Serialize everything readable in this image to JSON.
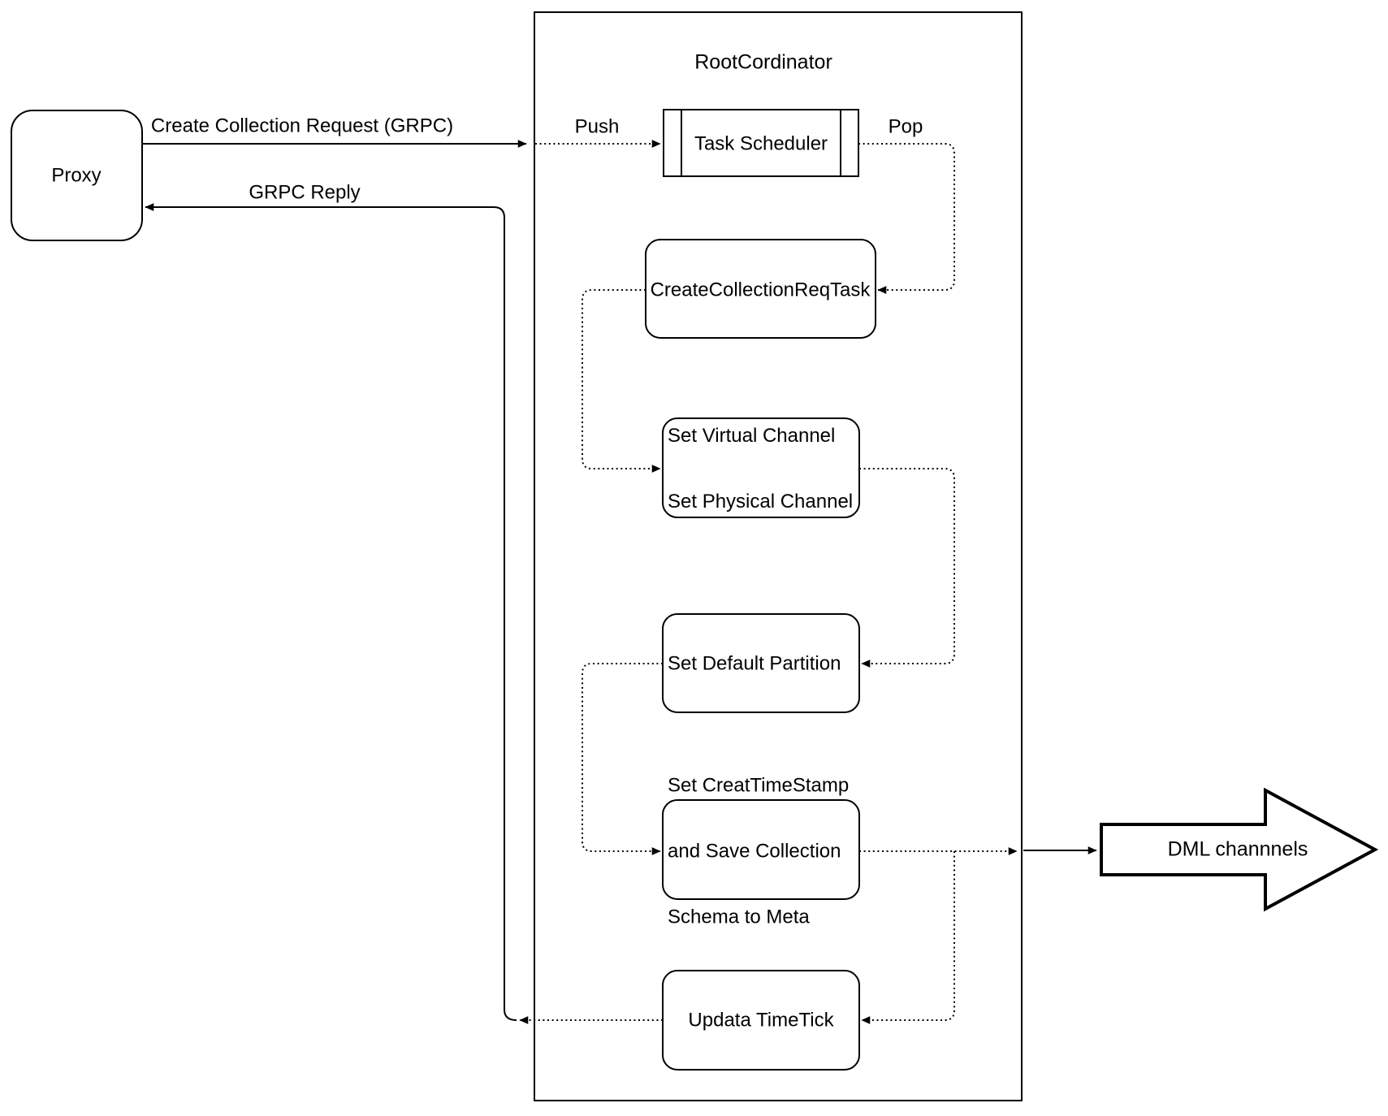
{
  "diagram": {
    "container_label": "RootCordinator",
    "nodes": {
      "proxy": {
        "label": "Proxy"
      },
      "task_scheduler": {
        "label": "Task Scheduler"
      },
      "create_collection_req_task": {
        "label": "CreateCollectionReqTask"
      },
      "set_channels": {
        "lines": [
          "Set Virtual Channel",
          "Set Physical Channel"
        ]
      },
      "set_default_partition": {
        "label": "Set Default Partition"
      },
      "set_create_timestamp": {
        "lines": [
          "Set CreatTimeStamp",
          "and Save Collection",
          "Schema to Meta"
        ]
      },
      "update_timetick": {
        "label": "Updata TimeTick"
      },
      "dml_channels": {
        "label": "DML channnels"
      }
    },
    "edge_labels": {
      "create_collection_request": "Create Collection Request (GRPC)",
      "grpc_reply": "GRPC Reply",
      "push": "Push",
      "pop": "Pop"
    },
    "colors": {
      "stroke": "#000000",
      "background": "#ffffff"
    }
  }
}
